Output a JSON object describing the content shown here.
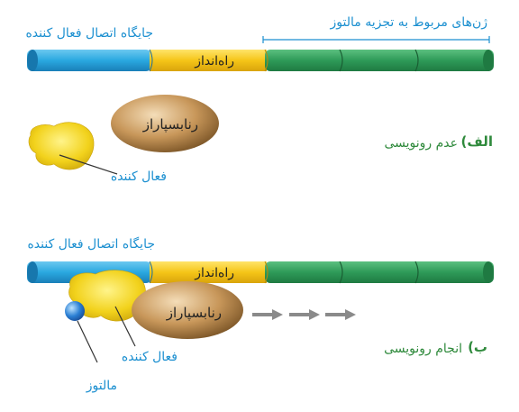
{
  "panel_a": {
    "header_genes_label": "ژن‌های مربوط به تجزیه مالتوز",
    "activator_site_label": "جایگاه اتصال فعال کننده",
    "promoter_label": "راه‌انداز",
    "polymerase_label": "رنابسپاراز",
    "activator_label": "فعال کننده",
    "panel_letter": "الف)",
    "panel_caption": "عدم رونویسی"
  },
  "panel_b": {
    "activator_site_label": "جایگاه اتصال فعال کننده",
    "promoter_label": "راه‌انداز",
    "polymerase_label": "رنابسپاراز",
    "activator_label": "فعال کننده",
    "maltose_label": "مالتوز",
    "panel_letter": "ب)",
    "panel_caption": "انجام رونویسی"
  },
  "colors": {
    "activator_site": "#2aa8e0",
    "promoter": "#f5c518",
    "genes": "#2e9a58",
    "polymerase": "#b8874a",
    "activator": "#f2d21c",
    "maltose": "#2a7fd4",
    "label_blue": "#1b8fd0",
    "label_green": "#2f8a3c"
  }
}
